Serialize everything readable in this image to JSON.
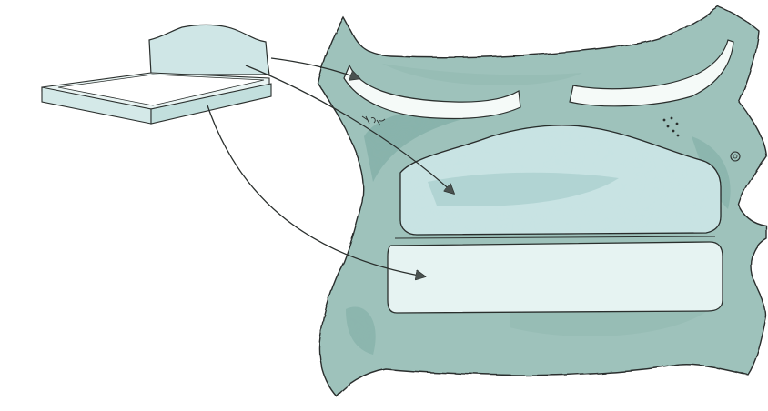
{
  "illustration": {
    "style": "watercolor-pencil-sketch",
    "parts": [
      "tray",
      "backboard",
      "hide",
      "cutouts"
    ],
    "annotation": "",
    "colors": {
      "paper": "#ffffff",
      "ink": "#2a2f2d",
      "hide_wash": "#9ec2bb",
      "hide_wash_dark": "#78a8a0",
      "panel_wash": "#c8e3e3",
      "panel_wash_light": "#e6f3f2",
      "cutout_fill": "#f5faf8"
    }
  }
}
